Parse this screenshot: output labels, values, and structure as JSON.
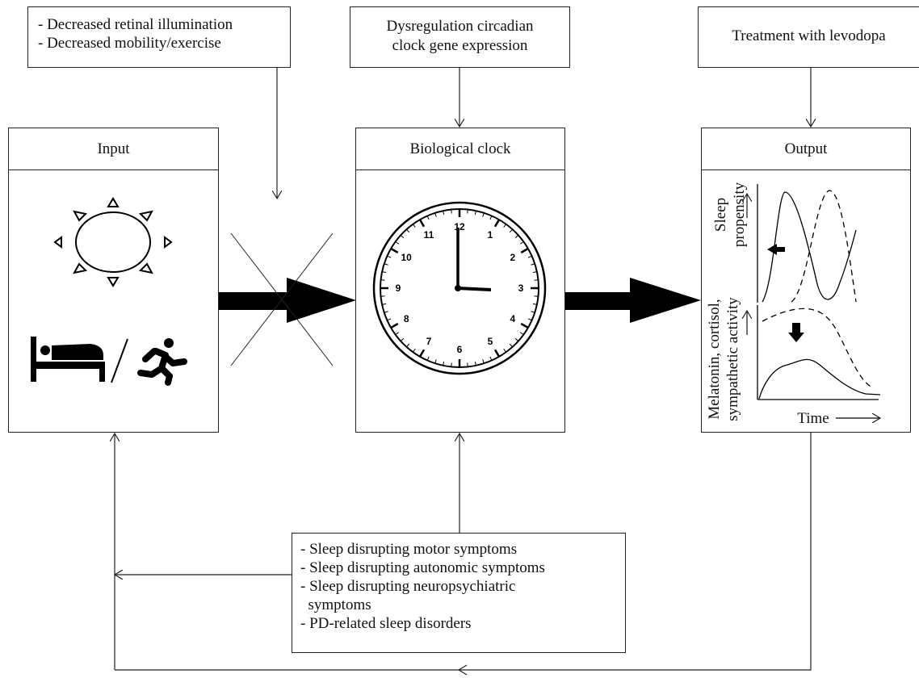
{
  "top_left": {
    "lines": [
      "- Decreased retinal illumination",
      "- Decreased mobility/exercise"
    ]
  },
  "top_mid": {
    "lines": [
      "Dysregulation circadian",
      "clock gene expression"
    ]
  },
  "top_right": {
    "text": "Treatment with levodopa"
  },
  "input": {
    "title": "Input"
  },
  "clock": {
    "title": "Biological clock",
    "numerals": [
      "12",
      "1",
      "2",
      "3",
      "4",
      "5",
      "6",
      "7",
      "8",
      "9",
      "10",
      "11"
    ]
  },
  "output": {
    "title": "Output",
    "upper_ylabel": [
      "Sleep",
      "propensity"
    ],
    "lower_ylabel": [
      "Melatonin, cortisol,",
      "sympathetic activity"
    ],
    "xlabel": "Time"
  },
  "bottom": {
    "lines": [
      "- Sleep disrupting motor symptoms",
      "- Sleep disrupting autonomic symptoms",
      "- Sleep disrupting neuropsychiatric",
      "  symptoms",
      "- PD-related sleep disorders"
    ]
  },
  "icons": [
    "sun-icon",
    "bed-icon",
    "runner-icon",
    "clock-icon",
    "arrow-icon"
  ]
}
